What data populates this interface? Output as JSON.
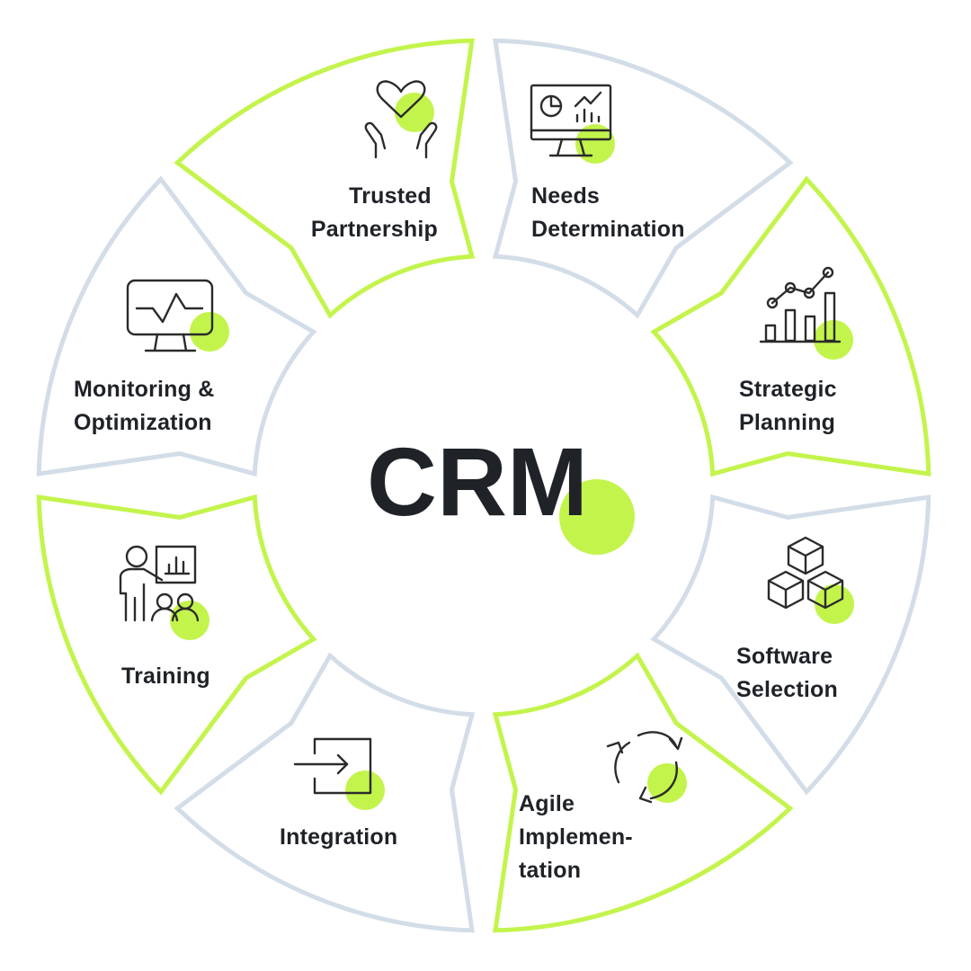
{
  "center": {
    "title": "CRM"
  },
  "colors": {
    "accent": "#c3f44c",
    "muted_border": "#d3dde8",
    "text": "#1f2328"
  },
  "segments": [
    {
      "id": "trusted-partnership",
      "lines": [
        "Trusted",
        "Partnership"
      ],
      "icon": "heart-hands-icon",
      "border": "muted"
    },
    {
      "id": "needs-determination",
      "lines": [
        "Needs",
        "Determination"
      ],
      "icon": "analytics-monitor-icon",
      "border": "accent"
    },
    {
      "id": "strategic-planning",
      "lines": [
        "Strategic",
        "Planning"
      ],
      "icon": "growth-chart-icon",
      "border": "muted"
    },
    {
      "id": "software-selection",
      "lines": [
        "Software",
        "Selection"
      ],
      "icon": "cubes-icon",
      "border": "accent"
    },
    {
      "id": "agile-implementation",
      "lines": [
        "Agile",
        "Implemen-",
        "tation"
      ],
      "icon": "cycle-arrows-icon",
      "border": "muted"
    },
    {
      "id": "integration",
      "lines": [
        "Integration"
      ],
      "icon": "enter-box-icon",
      "border": "accent"
    },
    {
      "id": "training",
      "lines": [
        "Training"
      ],
      "icon": "presentation-people-icon",
      "border": "muted"
    },
    {
      "id": "monitoring-optimization",
      "lines": [
        "Monitoring &",
        "Optimization"
      ],
      "icon": "pulse-monitor-icon",
      "border": "accent"
    }
  ]
}
